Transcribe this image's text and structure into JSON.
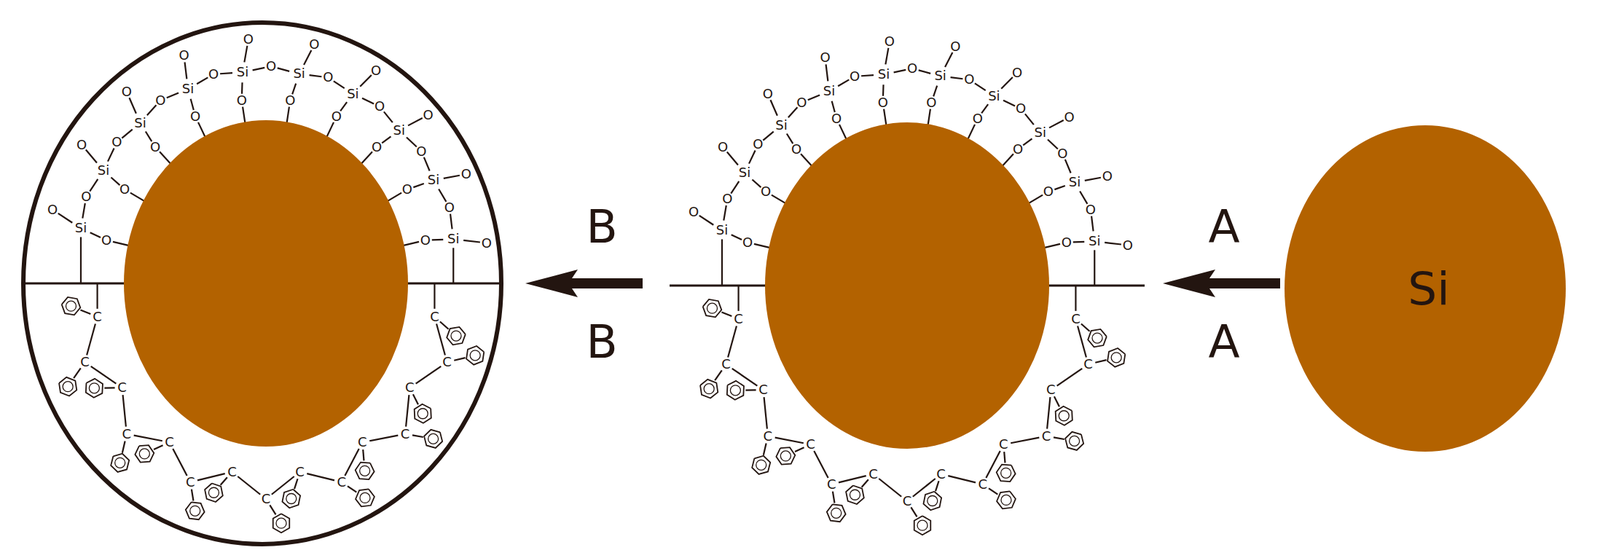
{
  "diagram": {
    "nodes": [
      {
        "text": [
          "Si"
        ]
      }
    ],
    "labels": [
      "Si",
      "O",
      "O",
      "O",
      "Si",
      "O",
      "O",
      "O",
      "Si",
      "O",
      "O",
      "O",
      "Si",
      "O",
      "O",
      "O",
      "Si",
      "O",
      "O",
      "O",
      "Si",
      "O",
      "O",
      "O",
      "Si",
      "O",
      "O",
      "O",
      "Si",
      "O",
      "O",
      "O",
      "Si",
      "O",
      "O",
      "O",
      "Si",
      "O",
      "O",
      "C",
      "C",
      "C",
      "C",
      "C",
      "C",
      "C",
      "C",
      "C",
      "C",
      "C",
      "C",
      "C",
      "C",
      "C",
      "B",
      "B",
      "Si",
      "O",
      "O",
      "O",
      "Si",
      "O",
      "O",
      "O",
      "Si",
      "O",
      "O",
      "O",
      "Si",
      "O",
      "O",
      "O",
      "Si",
      "O",
      "O",
      "O",
      "Si",
      "O",
      "O",
      "O",
      "Si",
      "O",
      "O",
      "O",
      "Si",
      "O",
      "O",
      "O",
      "Si",
      "O",
      "O",
      "O",
      "Si",
      "O",
      "O",
      "C",
      "C",
      "C",
      "C",
      "C",
      "C",
      "C",
      "C",
      "C",
      "C",
      "C",
      "C",
      "C",
      "C",
      "C",
      "A",
      "A"
    ]
  }
}
